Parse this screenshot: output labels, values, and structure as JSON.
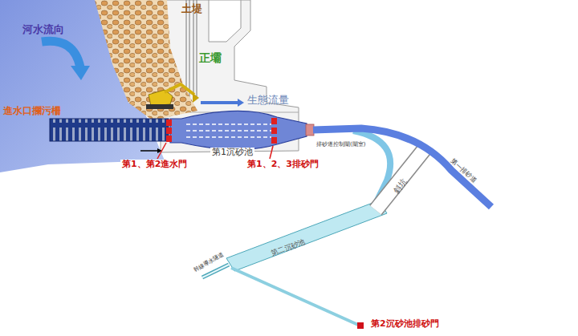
{
  "diagram": {
    "labels": [
      "河水流向",
      "土堤",
      "正壩",
      "生態流量",
      "進水口攔污柵",
      "第1沉砂池",
      "第1、第2進水門",
      "第1、2、3排砂門",
      "排砂道控制閘(閘室)",
      "第一排砂道",
      "斜坑",
      "第二沉砂池",
      "幹線導水隧道",
      "第2沉砂池排砂門"
    ]
  }
}
